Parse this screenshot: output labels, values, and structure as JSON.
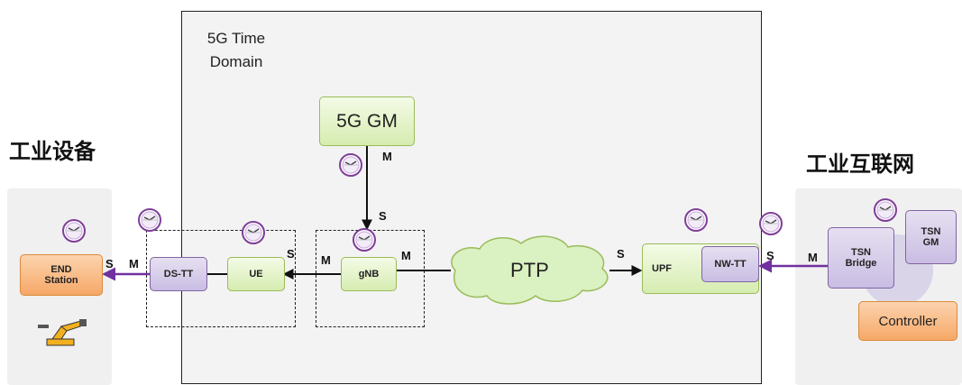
{
  "headings": {
    "left": "工业设备",
    "right": "工业互联网"
  },
  "domain": {
    "title_line1": "5G Time",
    "title_line2": "Domain"
  },
  "nodes": {
    "gm5g": "5G GM",
    "end_station_line1": "END",
    "end_station_line2": "Station",
    "ds_tt": "DS-TT",
    "ue": "UE",
    "gnb": "gNB",
    "ptp": "PTP",
    "upf": "UPF",
    "nw_tt": "NW-TT",
    "tsn_bridge_line1": "TSN",
    "tsn_bridge_line2": "Bridge",
    "tsn_gm_line1": "TSN",
    "tsn_gm_line2": "GM",
    "controller": "Controller"
  },
  "port_labels": {
    "gm_out": "M",
    "gnb_in": "S",
    "gnb_left": "M",
    "gnb_right": "M",
    "ue_right": "S",
    "ds_tt_out": "M",
    "end_station_in": "S",
    "upf_in": "S",
    "nw_tt_in": "S",
    "bridge_out": "M"
  },
  "colors": {
    "green_fill": "#d6ecb0",
    "purple_fill": "#c9bde3",
    "orange_fill": "#f6a867",
    "purple_link": "#7030a0",
    "cloud_fill": "#daf1c2"
  }
}
